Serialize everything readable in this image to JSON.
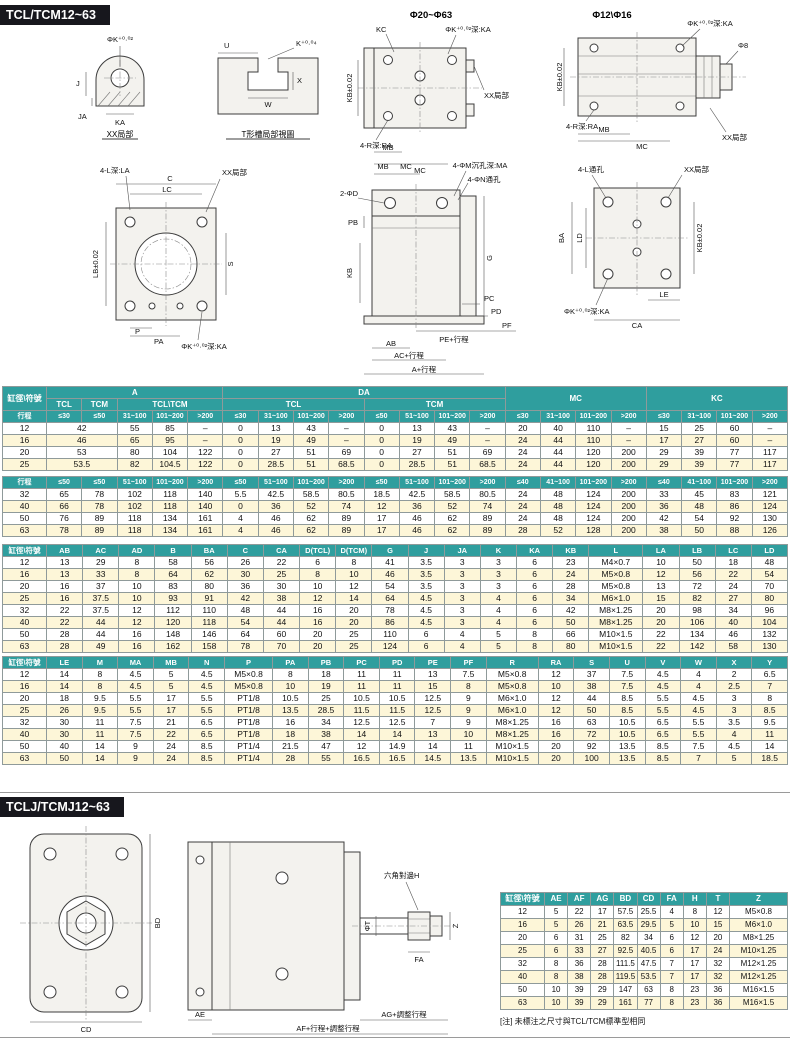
{
  "colors": {
    "teal": "#2f9e9e",
    "row-alt": "#fdf6d8",
    "bar": "#17171d"
  },
  "page": {
    "section1_title": "TCL/TCM12~63",
    "section2_title": "TCLJ/TCMJ12~63",
    "note": "[注] 未標注之尺寸與TCL/TCM標準型相同"
  },
  "drawings": {
    "d1": {
      "caption": "XX局部",
      "labels": {
        "phik": "ΦK⁺⁰·⁰²",
        "j": "J",
        "ja": "JA",
        "ka": "KA"
      }
    },
    "d2": {
      "caption": "T形槽局部視圖",
      "labels": {
        "u": "U",
        "k": "K⁺⁰·⁰⁴",
        "w": "W",
        "x": "X"
      }
    },
    "d3": {
      "title": "Φ20~Φ63",
      "labels": {
        "kc": "KC",
        "phik": "ΦK⁺⁰·⁰²深:KA",
        "kb": "KB±0.02",
        "ra": "4-R深:RA",
        "xx": "XX局部",
        "mb": "MB",
        "mc": "MC"
      }
    },
    "d4": {
      "title": "Φ12\\Φ16",
      "labels": {
        "kb": "KB±0.02",
        "phik": "ΦK⁺⁰·⁰²深:KA",
        "phi8": "Φ8",
        "ra": "4-R深:RA",
        "mb": "MB",
        "mc": "MC",
        "xx": "XX局部"
      }
    },
    "d5": {
      "labels": {
        "la": "4-L深:LA",
        "lc": "LC",
        "c": "C",
        "xx": "XX局部",
        "lb": "LB±0.02",
        "s": "S",
        "p": "P",
        "pa": "PA",
        "phik": "ΦK⁺⁰·⁰²深:KA"
      }
    },
    "d6": {
      "labels": {
        "mb": "MB",
        "mc": "MC",
        "ma": "4-ΦM沉孔深:MA",
        "n": "4-ΦN通孔",
        "d": "2-ΦD",
        "pb": "PB",
        "kb": "KB",
        "g": "G",
        "pc": "PC",
        "pd": "PD",
        "pe": "PE+行程",
        "pf": "PF",
        "ab": "AB",
        "ac": "AC+行程",
        "a": "A+行程"
      }
    },
    "d7": {
      "labels": {
        "l": "4-L通孔",
        "xx": "XX局部",
        "ba": "BA",
        "ld": "LD",
        "kb": "KB±0.02",
        "phik": "ΦK⁺⁰·⁰²深:KA",
        "le": "LE",
        "ca": "CA"
      }
    },
    "d8": {
      "labels": {
        "bd": "BD",
        "cd": "CD"
      }
    },
    "d9": {
      "labels": {
        "hex": "六角對邊H",
        "t": "ΦT",
        "z": "Z",
        "fa": "FA",
        "ae": "AE",
        "ag": "AG+調整行程",
        "af": "AF+行程+調整行程"
      }
    }
  },
  "t1": {
    "corner": "缸徑\\符號",
    "groups": {
      "a": "A",
      "da": "DA",
      "mc": "MC",
      "kc": "KC"
    },
    "sub": {
      "tcl": "TCL",
      "tcm": "TCM",
      "tcltcm": "TCL\\TCM"
    },
    "stroke1": [
      [
        "行程",
        "≤30",
        "≤50",
        "31~100",
        "101~200",
        ">200",
        "≤30",
        "31~100",
        "101~200",
        ">200",
        "≤50",
        "51~100",
        "101~200",
        ">200",
        "≤30",
        "31~100",
        "101~200",
        ">200",
        "≤30",
        "31~100",
        "101~200",
        ">200"
      ]
    ],
    "rows1": [
      [
        "12",
        [
          "42",
          2
        ],
        "55",
        "85",
        "–",
        "0",
        "13",
        "43",
        "–",
        "0",
        "13",
        "43",
        "–",
        "20",
        "40",
        "110",
        "–",
        "15",
        "25",
        "60",
        "–"
      ],
      [
        "16",
        [
          "46",
          2
        ],
        "65",
        "95",
        "–",
        "0",
        "19",
        "49",
        "–",
        "0",
        "19",
        "49",
        "–",
        "24",
        "44",
        "110",
        "–",
        "17",
        "27",
        "60",
        "–"
      ],
      [
        "20",
        [
          "53",
          2
        ],
        "80",
        "104",
        "122",
        "0",
        "27",
        "51",
        "69",
        "0",
        "27",
        "51",
        "69",
        "24",
        "44",
        "120",
        "200",
        "29",
        "39",
        "77",
        "117"
      ],
      [
        "25",
        [
          "53.5",
          2
        ],
        "82",
        "104.5",
        "122",
        "0",
        "28.5",
        "51",
        "68.5",
        "0",
        "28.5",
        "51",
        "68.5",
        "24",
        "44",
        "120",
        "200",
        "29",
        "39",
        "77",
        "117"
      ]
    ],
    "stroke2": [
      [
        "行程",
        "≤50",
        "≤50",
        "51~100",
        "101~200",
        ">200",
        "≤50",
        "51~100",
        "101~200",
        ">200",
        "≤50",
        "51~100",
        "101~200",
        ">200",
        "≤40",
        "41~100",
        "101~200",
        ">200",
        "≤40",
        "41~100",
        "101~200",
        ">200"
      ]
    ],
    "rows2": [
      [
        "32",
        "65",
        "78",
        "102",
        "118",
        "140",
        "5.5",
        "42.5",
        "58.5",
        "80.5",
        "18.5",
        "42.5",
        "58.5",
        "80.5",
        "24",
        "48",
        "124",
        "200",
        "33",
        "45",
        "83",
        "121"
      ],
      [
        "40",
        "66",
        "78",
        "102",
        "118",
        "140",
        "0",
        "36",
        "52",
        "74",
        "12",
        "36",
        "52",
        "74",
        "24",
        "48",
        "124",
        "200",
        "36",
        "48",
        "86",
        "124"
      ],
      [
        "50",
        "76",
        "89",
        "118",
        "134",
        "161",
        "4",
        "46",
        "62",
        "89",
        "17",
        "46",
        "62",
        "89",
        "24",
        "48",
        "124",
        "200",
        "42",
        "54",
        "92",
        "130"
      ],
      [
        "63",
        "78",
        "89",
        "118",
        "134",
        "161",
        "4",
        "46",
        "62",
        "89",
        "17",
        "46",
        "62",
        "89",
        "28",
        "52",
        "128",
        "200",
        "38",
        "50",
        "88",
        "126"
      ]
    ]
  },
  "t2": {
    "hdr": [
      [
        "缸徑\\符號",
        "AB",
        "AC",
        "AD",
        "B",
        "BA",
        "C",
        "CA",
        "D(TCL)",
        "D(TCM)",
        "G",
        "J",
        "JA",
        "K",
        "KA",
        "KB",
        "L",
        "LA",
        "LB",
        "LC",
        "LD"
      ]
    ],
    "rows": [
      [
        "12",
        "13",
        "29",
        "8",
        "58",
        "56",
        "26",
        "22",
        "6",
        "8",
        "41",
        "3.5",
        "3",
        "3",
        "6",
        "23",
        "M4×0.7",
        "10",
        "50",
        "18",
        "48"
      ],
      [
        "16",
        "13",
        "33",
        "8",
        "64",
        "62",
        "30",
        "25",
        "8",
        "10",
        "46",
        "3.5",
        "3",
        "3",
        "6",
        "24",
        "M5×0.8",
        "12",
        "56",
        "22",
        "54"
      ],
      [
        "20",
        "16",
        "37",
        "10",
        "83",
        "80",
        "36",
        "30",
        "10",
        "12",
        "54",
        "3.5",
        "3",
        "3",
        "6",
        "28",
        "M5×0.8",
        "13",
        "72",
        "24",
        "70"
      ],
      [
        "25",
        "16",
        "37.5",
        "10",
        "93",
        "91",
        "42",
        "38",
        "12",
        "14",
        "64",
        "4.5",
        "3",
        "4",
        "6",
        "34",
        "M6×1.0",
        "15",
        "82",
        "27",
        "80"
      ],
      [
        "32",
        "22",
        "37.5",
        "12",
        "112",
        "110",
        "48",
        "44",
        "16",
        "20",
        "78",
        "4.5",
        "3",
        "4",
        "6",
        "42",
        "M8×1.25",
        "20",
        "98",
        "34",
        "96"
      ],
      [
        "40",
        "22",
        "44",
        "12",
        "120",
        "118",
        "54",
        "44",
        "16",
        "20",
        "86",
        "4.5",
        "3",
        "4",
        "6",
        "50",
        "M8×1.25",
        "20",
        "106",
        "40",
        "104"
      ],
      [
        "50",
        "28",
        "44",
        "16",
        "148",
        "146",
        "64",
        "60",
        "20",
        "25",
        "110",
        "6",
        "4",
        "5",
        "8",
        "66",
        "M10×1.5",
        "22",
        "134",
        "46",
        "132"
      ],
      [
        "63",
        "28",
        "49",
        "16",
        "162",
        "158",
        "78",
        "70",
        "20",
        "25",
        "124",
        "6",
        "4",
        "5",
        "8",
        "80",
        "M10×1.5",
        "22",
        "142",
        "58",
        "130"
      ]
    ]
  },
  "t3": {
    "hdr": [
      [
        "缸徑\\符號",
        "LE",
        "M",
        "MA",
        "MB",
        "N",
        "P",
        "PA",
        "PB",
        "PC",
        "PD",
        "PE",
        "PF",
        "R",
        "RA",
        "S",
        "U",
        "V",
        "W",
        "X",
        "Y"
      ]
    ],
    "rows": [
      [
        "12",
        "14",
        "8",
        "4.5",
        "5",
        "4.5",
        "M5×0.8",
        "8",
        "18",
        "11",
        "11",
        "13",
        "7.5",
        "M5×0.8",
        "12",
        "37",
        "7.5",
        "4.5",
        "4",
        "2",
        "6.5"
      ],
      [
        "16",
        "14",
        "8",
        "4.5",
        "5",
        "4.5",
        "M5×0.8",
        "10",
        "19",
        "11",
        "11",
        "15",
        "8",
        "M5×0.8",
        "10",
        "38",
        "7.5",
        "4.5",
        "4",
        "2.5",
        "7"
      ],
      [
        "20",
        "18",
        "9.5",
        "5.5",
        "17",
        "5.5",
        "PT1/8",
        "10.5",
        "25",
        "10.5",
        "10.5",
        "12.5",
        "9",
        "M6×1.0",
        "12",
        "44",
        "8.5",
        "5.5",
        "4.5",
        "3",
        "8"
      ],
      [
        "25",
        "26",
        "9.5",
        "5.5",
        "17",
        "5.5",
        "PT1/8",
        "13.5",
        "28.5",
        "11.5",
        "11.5",
        "12.5",
        "9",
        "M6×1.0",
        "12",
        "50",
        "8.5",
        "5.5",
        "4.5",
        "3",
        "8.5"
      ],
      [
        "32",
        "30",
        "11",
        "7.5",
        "21",
        "6.5",
        "PT1/8",
        "16",
        "34",
        "12.5",
        "12.5",
        "7",
        "9",
        "M8×1.25",
        "16",
        "63",
        "10.5",
        "6.5",
        "5.5",
        "3.5",
        "9.5"
      ],
      [
        "40",
        "30",
        "11",
        "7.5",
        "22",
        "6.5",
        "PT1/8",
        "18",
        "38",
        "14",
        "14",
        "13",
        "10",
        "M8×1.25",
        "16",
        "72",
        "10.5",
        "6.5",
        "5.5",
        "4",
        "11"
      ],
      [
        "50",
        "40",
        "14",
        "9",
        "24",
        "8.5",
        "PT1/4",
        "21.5",
        "47",
        "12",
        "14.9",
        "14",
        "11",
        "M10×1.5",
        "20",
        "92",
        "13.5",
        "8.5",
        "7.5",
        "4.5",
        "14"
      ],
      [
        "63",
        "50",
        "14",
        "9",
        "24",
        "8.5",
        "PT1/4",
        "28",
        "55",
        "16.5",
        "16.5",
        "14.5",
        "13.5",
        "M10×1.5",
        "20",
        "100",
        "13.5",
        "8.5",
        "7",
        "5",
        "18.5"
      ]
    ]
  },
  "t4": {
    "hdr": [
      [
        "缸徑\\符號",
        "AE",
        "AF",
        "AG",
        "BD",
        "CD",
        "FA",
        "H",
        "T",
        "Z"
      ]
    ],
    "rows": [
      [
        "12",
        "5",
        "22",
        "17",
        "57.5",
        "25.5",
        "4",
        "8",
        "12",
        "M5×0.8"
      ],
      [
        "16",
        "5",
        "26",
        "21",
        "63.5",
        "29.5",
        "5",
        "10",
        "15",
        "M6×1.0"
      ],
      [
        "20",
        "6",
        "31",
        "25",
        "82",
        "34",
        "6",
        "12",
        "20",
        "M8×1.25"
      ],
      [
        "25",
        "6",
        "33",
        "27",
        "92.5",
        "40.5",
        "6",
        "17",
        "24",
        "M10×1.25"
      ],
      [
        "32",
        "8",
        "36",
        "28",
        "111.5",
        "47.5",
        "7",
        "17",
        "32",
        "M12×1.25"
      ],
      [
        "40",
        "8",
        "38",
        "28",
        "119.5",
        "53.5",
        "7",
        "17",
        "32",
        "M12×1.25"
      ],
      [
        "50",
        "10",
        "39",
        "29",
        "147",
        "63",
        "8",
        "23",
        "36",
        "M16×1.5"
      ],
      [
        "63",
        "10",
        "39",
        "29",
        "161",
        "77",
        "8",
        "23",
        "36",
        "M16×1.5"
      ]
    ]
  }
}
